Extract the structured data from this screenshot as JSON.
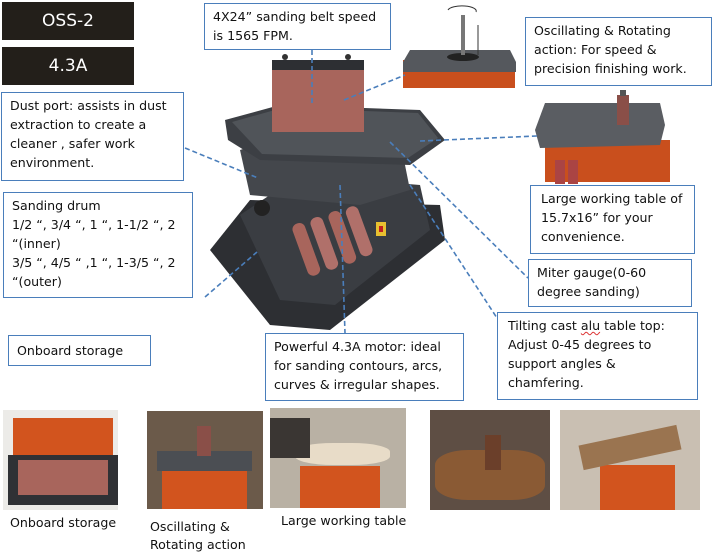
{
  "tags": {
    "model": "OSS-2",
    "amperage": "4.3A"
  },
  "callouts": {
    "belt": "4X24” sanding belt speed is 1565 FPM.",
    "oscillating": "Oscillating & Rotating action: For speed & precision finishing work.",
    "dust_port": "Dust port:  assists in dust extraction to create a cleaner , safer work environment.",
    "drum_title": "Sanding drum",
    "drum_inner": "1/2 “, 3/4 “, 1 “, 1-1/2 “, 2 “(inner)",
    "drum_outer": "3/5 “, 4/5 “ ,1 “, 1-3/5 “, 2 “(outer)",
    "table": "Large working table of 15.7x16” for your convenience.",
    "miter": "Miter gauge(0-60 degree sanding)",
    "tilting_pre": "Tilting cast ",
    "tilting_alu": "alu",
    "tilting_post": " table top: Adjust 0-45 degrees to support angles & chamfering.",
    "storage": "Onboard storage",
    "motor": "Powerful 4.3A motor:  ideal for sanding contours, arcs, curves & irregular shapes."
  },
  "captions": {
    "storage": "Onboard storage",
    "oscillating": "Oscillating & Rotating action",
    "table": "Large working table"
  },
  "colors": {
    "accent": "#4a7ebb",
    "tag_bg": "#231f1a",
    "machine_orange": "#d2541e",
    "sanding": "#a8655c"
  }
}
